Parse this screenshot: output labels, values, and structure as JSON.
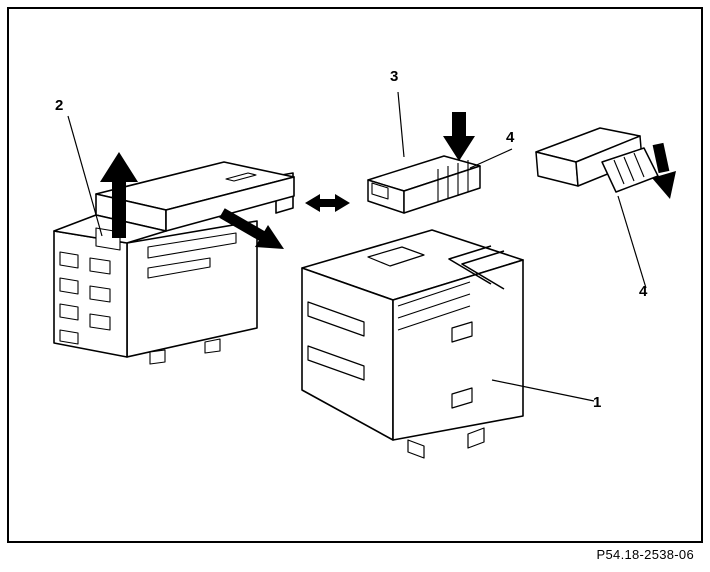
{
  "figure": {
    "caption": "P54.18-2538-06",
    "callouts": {
      "n1": "1",
      "n2": "2",
      "n3": "3",
      "n4a": "4",
      "n4b": "4"
    },
    "colors": {
      "ink": "#000000",
      "paper": "#ffffff"
    }
  }
}
